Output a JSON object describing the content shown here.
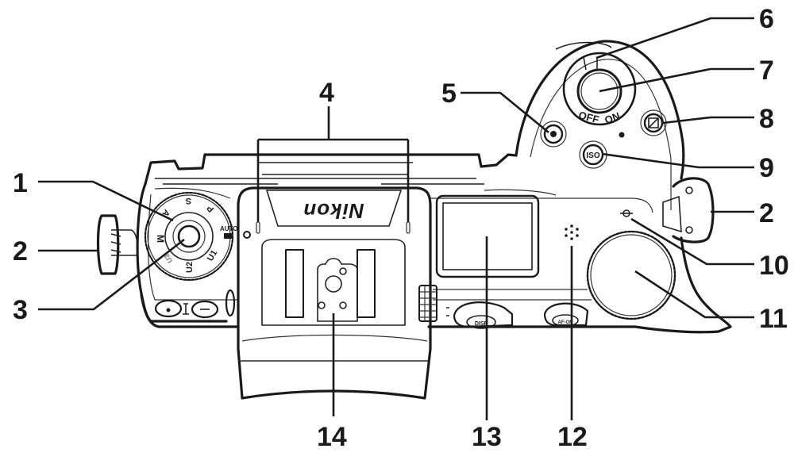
{
  "figure": {
    "title": "Camera body top view — parts diagram",
    "brand_logo": "Nikon",
    "colors": {
      "ink": "#1a1a1a",
      "background": "#ffffff"
    }
  },
  "callouts": [
    {
      "id": "1",
      "label": "1",
      "part": "mode-dial"
    },
    {
      "id": "2a",
      "label": "2",
      "part": "strap-eyelet-left"
    },
    {
      "id": "3",
      "label": "3",
      "part": "mode-dial-lock-release"
    },
    {
      "id": "4",
      "label": "4",
      "part": "microphone-stereo"
    },
    {
      "id": "5",
      "label": "5",
      "part": "movie-record-button"
    },
    {
      "id": "6",
      "label": "6",
      "part": "shutter-power-switch-index"
    },
    {
      "id": "7",
      "label": "7",
      "part": "shutter-release-button"
    },
    {
      "id": "8",
      "label": "8",
      "part": "exposure-compensation-button"
    },
    {
      "id": "9",
      "label": "9",
      "part": "iso-button"
    },
    {
      "id": "2b",
      "label": "2",
      "part": "strap-eyelet-right"
    },
    {
      "id": "10",
      "label": "10",
      "part": "focal-plane-mark"
    },
    {
      "id": "11",
      "label": "11",
      "part": "main-command-dial"
    },
    {
      "id": "12",
      "label": "12",
      "part": "speaker"
    },
    {
      "id": "13",
      "label": "13",
      "part": "control-panel"
    },
    {
      "id": "14",
      "label": "14",
      "part": "accessory-shoe"
    }
  ],
  "mode_dial": {
    "positions": [
      "M",
      "A",
      "S",
      "P",
      "AUTO",
      "U1",
      "U2",
      "U3"
    ]
  },
  "power_switch": {
    "off": "OFF",
    "on": "ON"
  },
  "buttons": {
    "iso": "ISO",
    "disp": "DISP",
    "af_on": "AF-ON"
  }
}
